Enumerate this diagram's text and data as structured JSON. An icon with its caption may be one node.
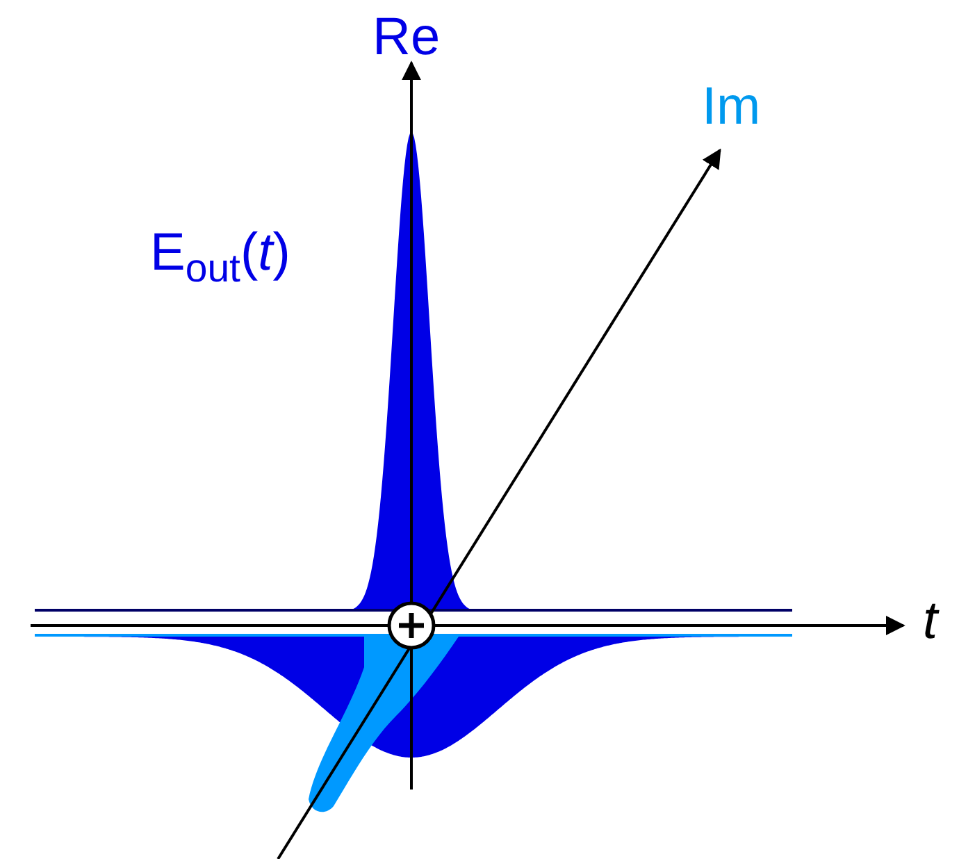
{
  "diagram": {
    "labels": [
      "Re",
      "Im",
      "E$_{out}$(*t*)",
      "t"
    ]
  }
}
